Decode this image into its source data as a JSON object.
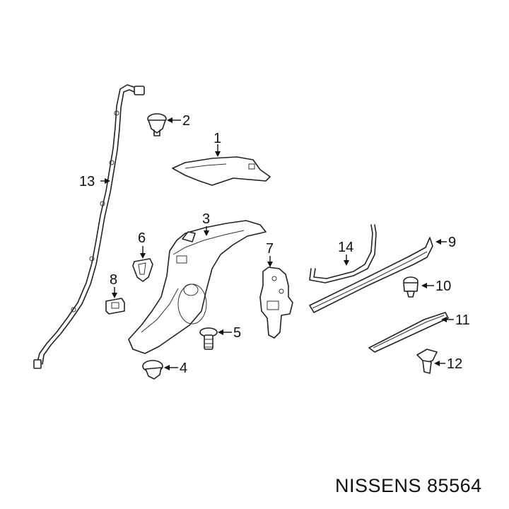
{
  "callouts": {
    "c1": "1",
    "c2": "2",
    "c3": "3",
    "c4": "4",
    "c5": "5",
    "c6": "6",
    "c7": "7",
    "c8": "8",
    "c9": "9",
    "c10": "10",
    "c11": "11",
    "c12": "12",
    "c13": "13",
    "c14": "14"
  },
  "brand_label": "NISSENS 85564"
}
